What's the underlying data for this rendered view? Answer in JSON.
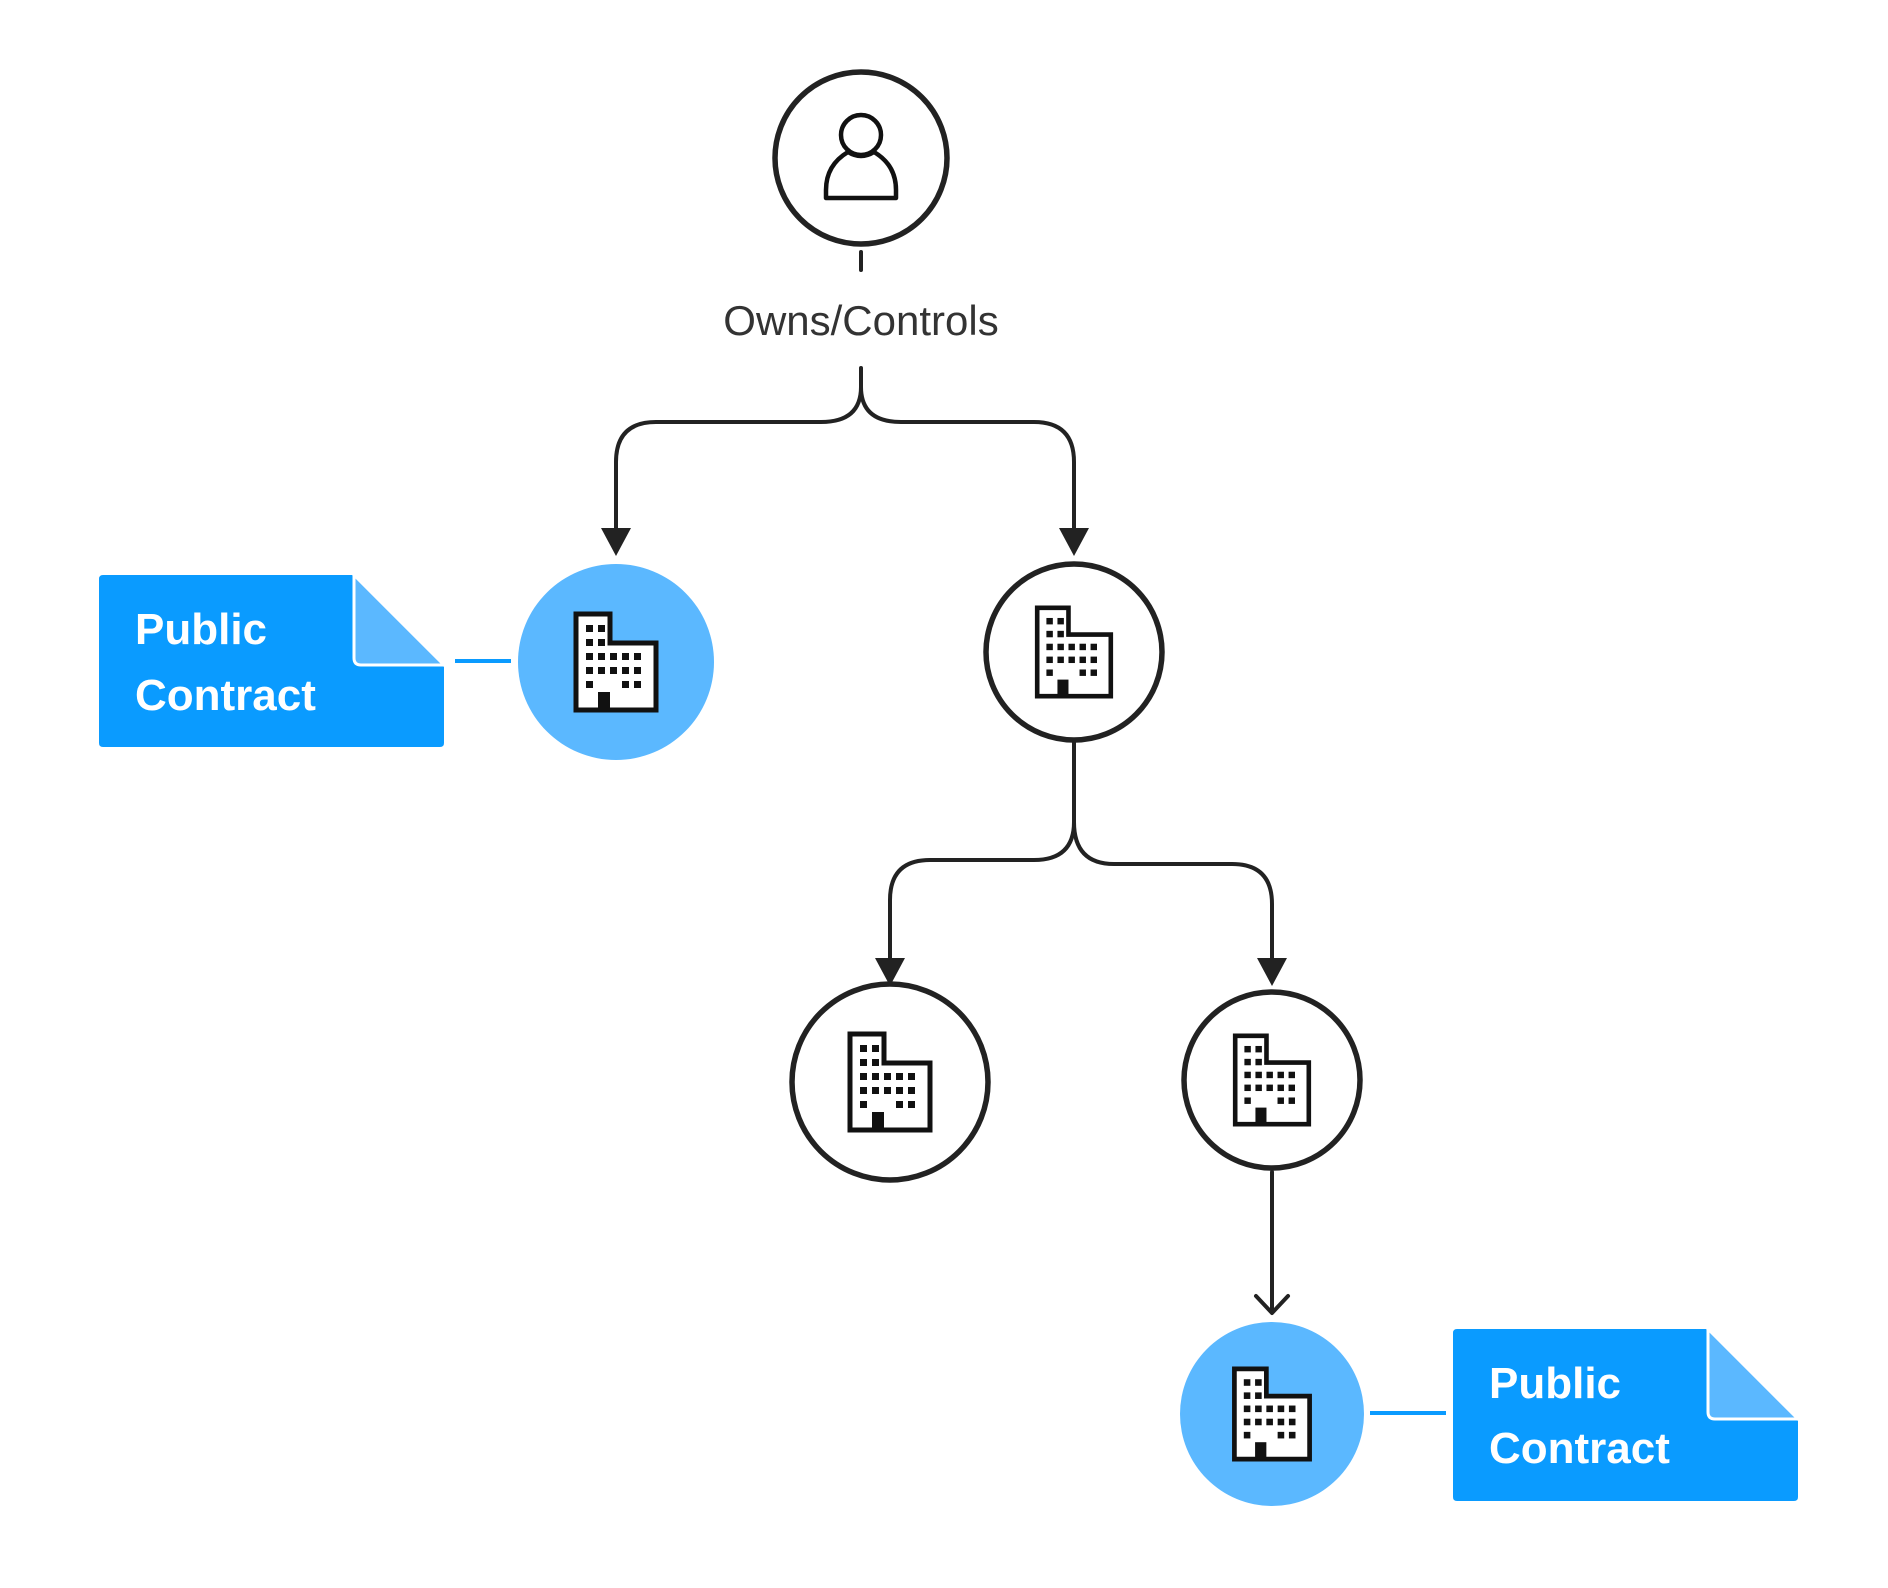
{
  "relationship_label": "Owns/Controls",
  "documents": [
    {
      "line1": "Public",
      "line2": "Contract"
    },
    {
      "line1": "Public",
      "line2": "Contract"
    }
  ],
  "colors": {
    "highlight_node": "#5BB8FF",
    "document": "#0A9BFF",
    "document_fold": "#5BB8FF",
    "stroke": "#222222"
  },
  "icons": {
    "owner": "person-icon",
    "company": "building-icon"
  }
}
